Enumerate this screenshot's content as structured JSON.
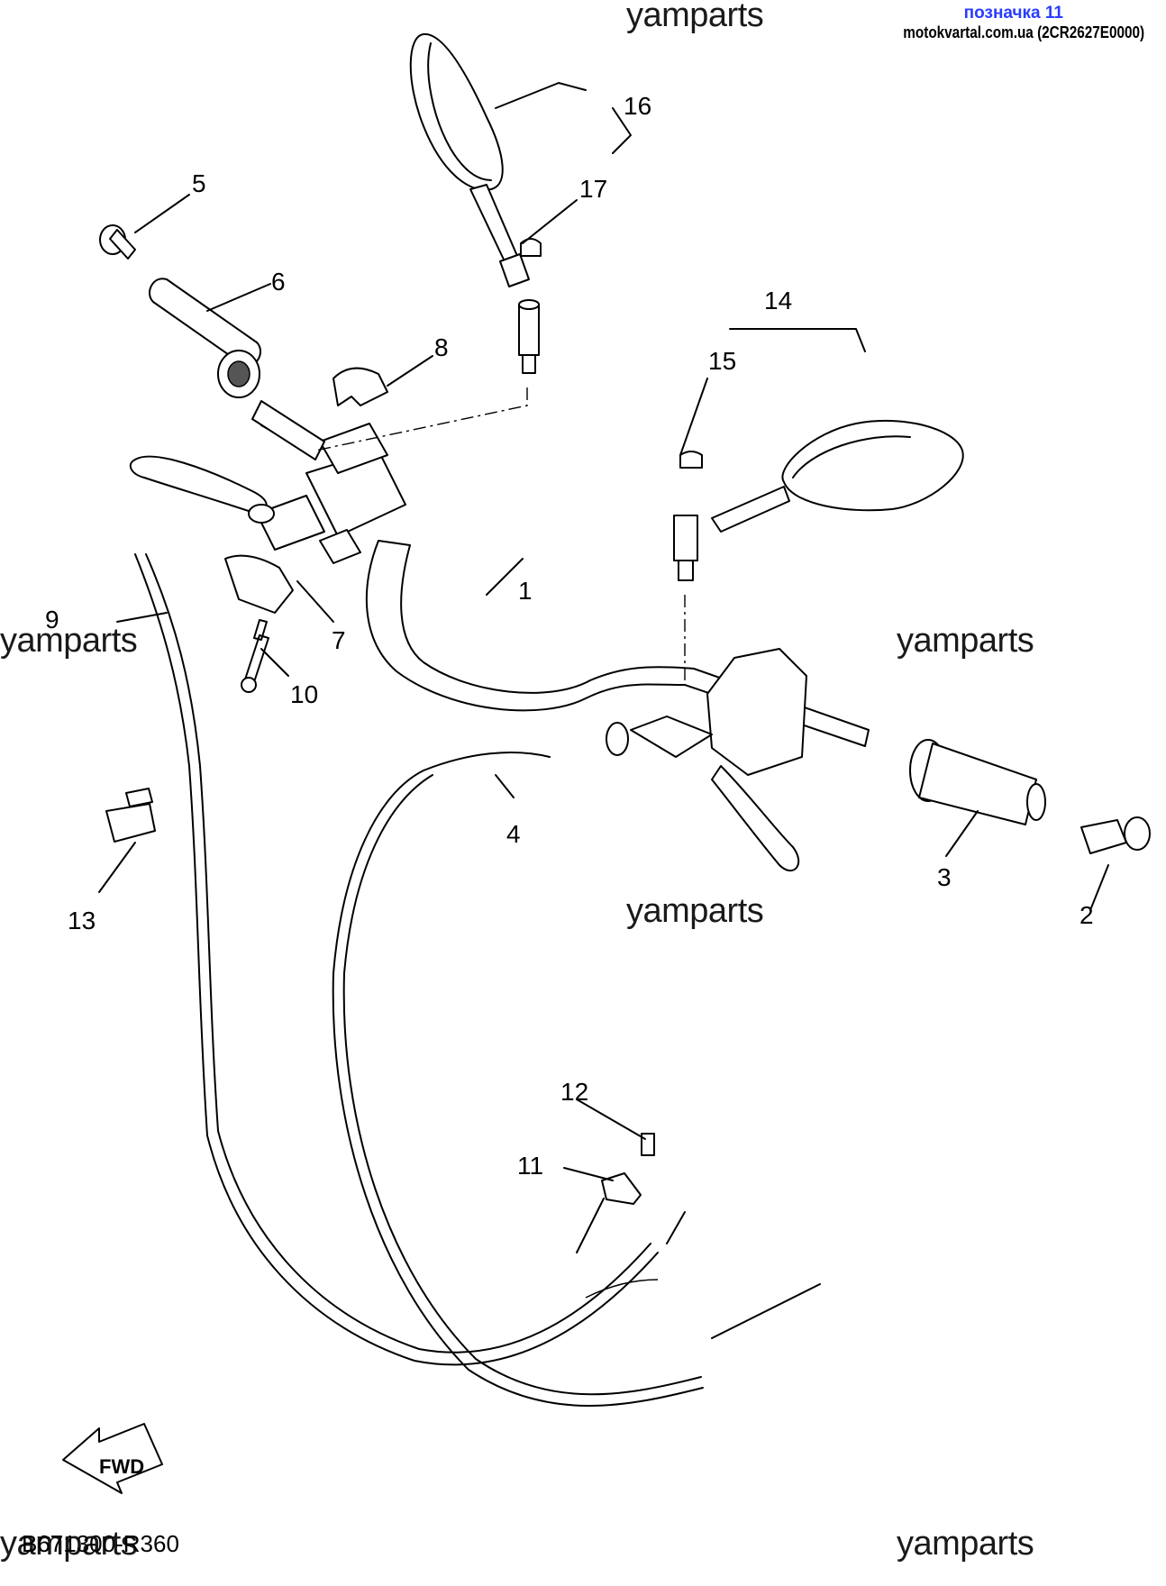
{
  "header": {
    "badge": "позначка 11",
    "site": "motokvartal.com.ua (2CR2627E0000)"
  },
  "watermarks": [
    "yamparts",
    "yamparts",
    "yamparts",
    "yamparts",
    "yamparts",
    "yamparts"
  ],
  "callouts": [
    "1",
    "2",
    "3",
    "4",
    "5",
    "6",
    "7",
    "8",
    "9",
    "10",
    "11",
    "12",
    "13",
    "14",
    "15",
    "16",
    "17"
  ],
  "diagram_code": "B671300-R360",
  "fwd_label": "FWD"
}
